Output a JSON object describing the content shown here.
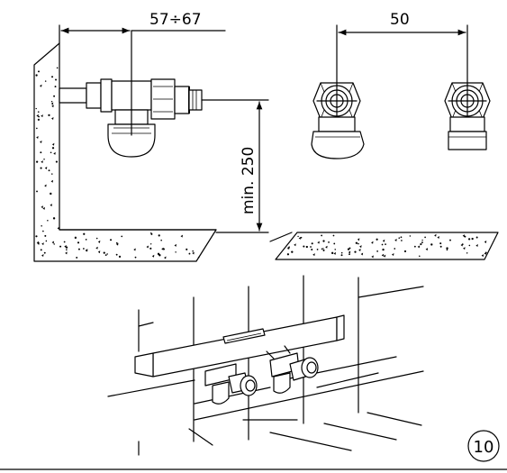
{
  "dimensions": {
    "offset_range": "57÷67",
    "spacing": "50",
    "height": "min. 250"
  },
  "figure_number": "10",
  "colors": {
    "line": "#000000",
    "background": "#ffffff"
  }
}
